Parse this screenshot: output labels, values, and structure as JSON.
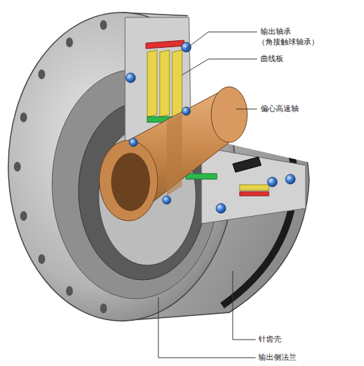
{
  "diagram": {
    "labels": [
      "输出轴承",
      "（角接触球轴承）",
      "曲线板",
      "偏心高速轴",
      "针齿壳",
      "输出侧法兰"
    ]
  }
}
